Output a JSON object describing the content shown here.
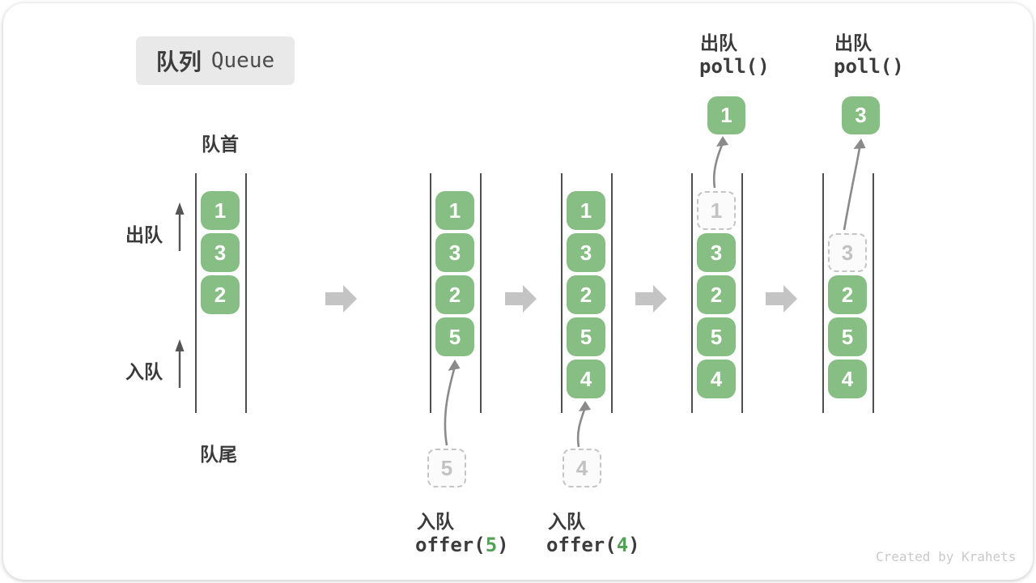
{
  "badge": {
    "zh": "队列",
    "en": "Queue"
  },
  "position_labels": {
    "front": "队首",
    "rear": "队尾",
    "dequeue": "出队",
    "enqueue": "入队"
  },
  "queues": [
    {
      "items": [
        "1",
        "3",
        "2"
      ]
    },
    {
      "items": [
        "1",
        "3",
        "2",
        "5"
      ],
      "incoming": "5"
    },
    {
      "items": [
        "1",
        "3",
        "2",
        "5",
        "4"
      ],
      "incoming": "4"
    },
    {
      "ghost": "1",
      "items": [
        "3",
        "2",
        "5",
        "4"
      ],
      "removed": "1"
    },
    {
      "ghost": "3",
      "items": [
        "2",
        "5",
        "4"
      ],
      "removed": "3"
    }
  ],
  "operations": {
    "enqueue5": {
      "label": "入队",
      "code_pre": "offer(",
      "code_arg": "5",
      "code_post": ")"
    },
    "enqueue4": {
      "label": "入队",
      "code_pre": "offer(",
      "code_arg": "4",
      "code_post": ")"
    },
    "dequeue1": {
      "label": "出队",
      "code": "poll()"
    },
    "dequeue3": {
      "label": "出队",
      "code": "poll()"
    }
  },
  "watermark": "Created by Krahets",
  "colors": {
    "item_green": "#87be83",
    "code_green": "#55a055",
    "flow_arrow_gray": "#c4c4c4",
    "badge_gray": "#e9e9e9",
    "ghost_gray": "#c5c5c5"
  }
}
